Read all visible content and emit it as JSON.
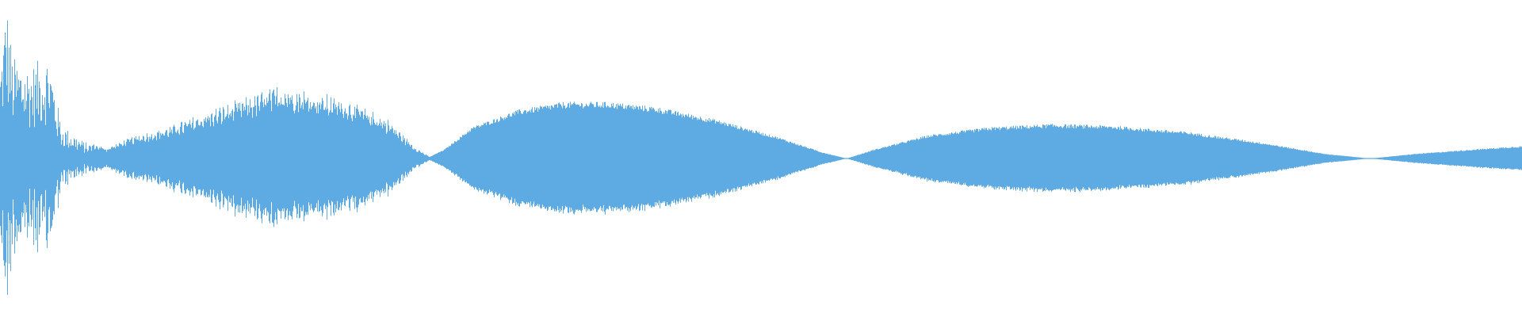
{
  "waveform": {
    "color": "#5dabe2",
    "background": "#ffffff",
    "amplitude_envelope": [
      {
        "t": 0.0,
        "a": 0.55
      },
      {
        "t": 0.004,
        "a": 0.95
      },
      {
        "t": 0.008,
        "a": 0.6
      },
      {
        "t": 0.02,
        "a": 0.55
      },
      {
        "t": 0.032,
        "a": 0.62
      },
      {
        "t": 0.04,
        "a": 0.2
      },
      {
        "t": 0.055,
        "a": 0.1
      },
      {
        "t": 0.07,
        "a": 0.06
      },
      {
        "t": 0.085,
        "a": 0.12
      },
      {
        "t": 0.11,
        "a": 0.18
      },
      {
        "t": 0.14,
        "a": 0.28
      },
      {
        "t": 0.165,
        "a": 0.36
      },
      {
        "t": 0.185,
        "a": 0.42
      },
      {
        "t": 0.205,
        "a": 0.38
      },
      {
        "t": 0.23,
        "a": 0.33
      },
      {
        "t": 0.255,
        "a": 0.22
      },
      {
        "t": 0.272,
        "a": 0.07
      },
      {
        "t": 0.282,
        "a": 0.01
      },
      {
        "t": 0.292,
        "a": 0.06
      },
      {
        "t": 0.31,
        "a": 0.2
      },
      {
        "t": 0.34,
        "a": 0.31
      },
      {
        "t": 0.37,
        "a": 0.36
      },
      {
        "t": 0.4,
        "a": 0.36
      },
      {
        "t": 0.43,
        "a": 0.33
      },
      {
        "t": 0.47,
        "a": 0.25
      },
      {
        "t": 0.51,
        "a": 0.14
      },
      {
        "t": 0.54,
        "a": 0.04
      },
      {
        "t": 0.556,
        "a": 0.0
      },
      {
        "t": 0.575,
        "a": 0.06
      },
      {
        "t": 0.61,
        "a": 0.15
      },
      {
        "t": 0.65,
        "a": 0.2
      },
      {
        "t": 0.69,
        "a": 0.22
      },
      {
        "t": 0.73,
        "a": 0.21
      },
      {
        "t": 0.78,
        "a": 0.17
      },
      {
        "t": 0.83,
        "a": 0.1
      },
      {
        "t": 0.87,
        "a": 0.03
      },
      {
        "t": 0.9,
        "a": 0.0
      },
      {
        "t": 0.93,
        "a": 0.03
      },
      {
        "t": 0.97,
        "a": 0.06
      },
      {
        "t": 1.0,
        "a": 0.08
      }
    ]
  }
}
